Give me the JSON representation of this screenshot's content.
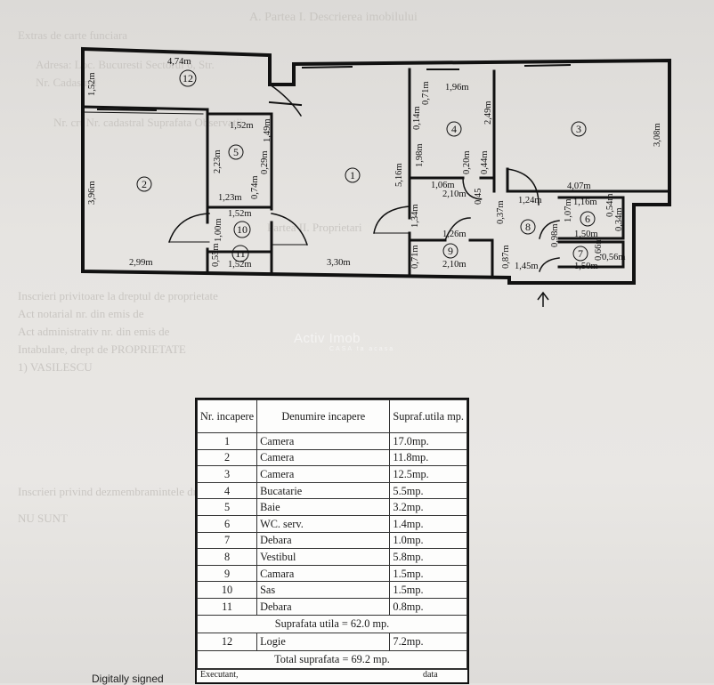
{
  "background_text": {
    "line1": "A. Partea I. Descrierea imobilului",
    "line2": "Extras de carte funciara",
    "line3": "Adresa: Loc. Bucuresti Sectorul 6, Str.",
    "line4": "Nr. Cadastral",
    "line5": "Nr. crt   Nr. cadastral   Suprafata   Observatii",
    "line6": "Partea II. Proprietari",
    "line7": "Inscrieri privitoare la dreptul de proprietate",
    "line8": "Act notarial nr. din emis de",
    "line9": "Act administrativ nr. din emis de",
    "line10": "Intabulare, drept de PROPRIETATE",
    "line11": "1) VASILESCU",
    "line12": "Inscrieri privind dezmembramintele dreptului de proprietate",
    "line13": "NU SUNT"
  },
  "watermark": {
    "brand": "Activ Imob",
    "tagline": "CASA ta acasa"
  },
  "plan": {
    "rooms": [
      {
        "num": "1"
      },
      {
        "num": "2"
      },
      {
        "num": "3"
      },
      {
        "num": "4"
      },
      {
        "num": "5"
      },
      {
        "num": "6"
      },
      {
        "num": "7"
      },
      {
        "num": "8"
      },
      {
        "num": "9"
      },
      {
        "num": "10"
      },
      {
        "num": "11"
      },
      {
        "num": "12"
      }
    ],
    "dimensions": {
      "d_474": "4,74m",
      "d_152a": "1,52m",
      "d_396": "3,96m",
      "d_299": "2,99m",
      "d_152b": "1,52m",
      "d_149": "1,49m",
      "d_223": "2,23m",
      "d_029": "0,29m",
      "d_074": "0,74m",
      "d_123": "1,23m",
      "d_152c": "1,52m",
      "d_100": "1,00m",
      "d_055": "0,55m",
      "d_152d": "1,52m",
      "d_330": "3,30m",
      "d_516": "5,16m",
      "d_071a": "0,71m",
      "d_196": "1,96m",
      "d_014": "0,14m",
      "d_198": "1,98m",
      "d_249": "2,49m",
      "d_020": "0,20m",
      "d_044": "0,44m",
      "d_106": "1,06m",
      "d_210a": "2,10m",
      "d_045": "0,45",
      "d_134": "1,34m",
      "d_126": "1,26m",
      "d_071b": "0,71m",
      "d_210b": "2,10m",
      "d_037": "0,37m",
      "d_087": "0,87m",
      "d_145": "1,45m",
      "d_124": "1,24m",
      "d_407": "4,07m",
      "d_308": "3,08m",
      "d_116": "1,16m",
      "d_054": "0,54m",
      "d_107": "1,07m",
      "d_150a": "1,50m",
      "d_034": "0,34m",
      "d_098": "0,98m",
      "d_066": "0,66m",
      "d_056": "0,56m",
      "d_150b": "1,50m"
    }
  },
  "table": {
    "headers": {
      "nr": "Nr. incapere",
      "name": "Denumire incapere",
      "area": "Supraf.utila mp."
    },
    "rows": [
      {
        "nr": "1",
        "name": "Camera",
        "area": "17.0mp."
      },
      {
        "nr": "2",
        "name": "Camera",
        "area": "11.8mp."
      },
      {
        "nr": "3",
        "name": "Camera",
        "area": "12.5mp."
      },
      {
        "nr": "4",
        "name": "Bucatarie",
        "area": "5.5mp."
      },
      {
        "nr": "5",
        "name": "Baie",
        "area": "3.2mp."
      },
      {
        "nr": "6",
        "name": "WC. serv.",
        "area": "1.4mp."
      },
      {
        "nr": "7",
        "name": "Debara",
        "area": "1.0mp."
      },
      {
        "nr": "8",
        "name": "Vestibul",
        "area": "5.8mp."
      },
      {
        "nr": "9",
        "name": "Camara",
        "area": "1.5mp."
      },
      {
        "nr": "10",
        "name": "Sas",
        "area": "1.5mp."
      },
      {
        "nr": "11",
        "name": "Debara",
        "area": "0.8mp."
      }
    ],
    "useful_total": "Suprafata utila = 62.0 mp.",
    "logia": {
      "nr": "12",
      "name": "Logie",
      "area": "7.2mp."
    },
    "grand_total": "Total  suprafata = 69.2 mp.",
    "executant_label": "Executant,",
    "data_label": "data"
  },
  "signature_note": "Digitally signed"
}
